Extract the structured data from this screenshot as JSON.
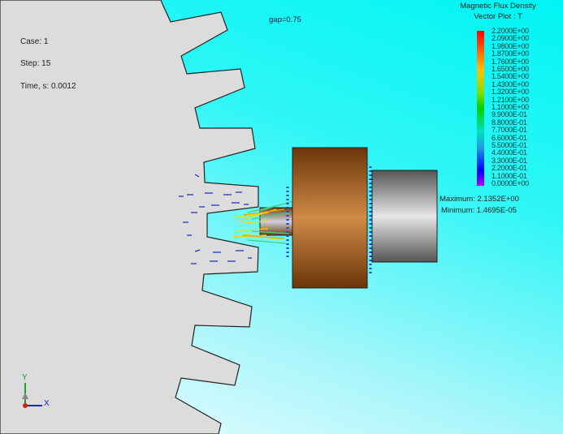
{
  "case_info": {
    "case": "Case: 1",
    "step": "Step: 15",
    "time": "Time, s: 0.0012"
  },
  "gap_label": "gap=0.75",
  "legend": {
    "title": "Magnetic Flux Density",
    "subtitle": "Vector Plot : T",
    "ticks": [
      "2.2000E+00",
      "2.0900E+00",
      "1.9800E+00",
      "1.8700E+00",
      "1.7600E+00",
      "1.6500E+00",
      "1.5400E+00",
      "1.4300E+00",
      "1.3200E+00",
      "1.2100E+00",
      "1.1000E+00",
      "9.9000E-01",
      "8.8000E-01",
      "7.7000E-01",
      "6.6000E-01",
      "5.5000E-01",
      "4.4000E-01",
      "3.3000E-01",
      "2.2000E-01",
      "1.1000E-01",
      "0.0000E+00"
    ],
    "maximum": "Maximum: 2.1352E+00",
    "minimum": "Minimum: 1.4695E-05"
  },
  "axes": {
    "y": "Y",
    "x": "X"
  },
  "colors": {
    "gear": "#dcdcdc",
    "magnet": "#a0601c",
    "core": "#909090",
    "x_axis": "#2020d0",
    "y_axis": "#20a020"
  }
}
